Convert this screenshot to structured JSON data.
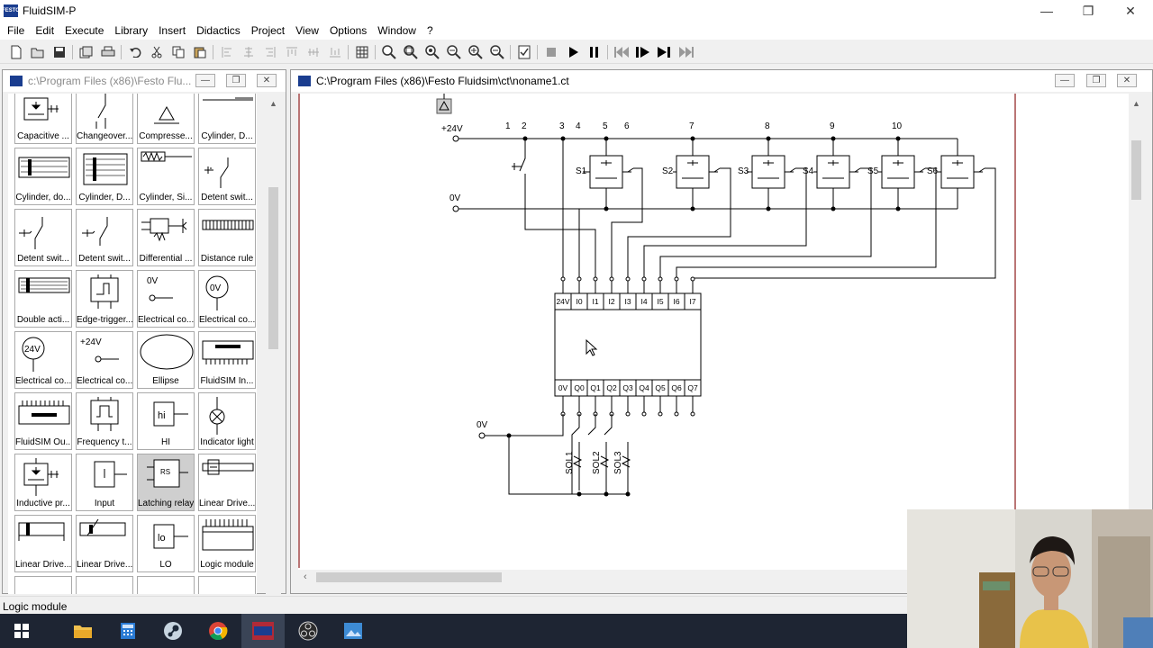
{
  "app": {
    "title": "FluidSIM-P",
    "icon_text": "FESTO"
  },
  "menu": [
    "File",
    "Edit",
    "Execute",
    "Library",
    "Insert",
    "Didactics",
    "Project",
    "View",
    "Options",
    "Window",
    "?"
  ],
  "library_window": {
    "title": "c:\\Program Files (x86)\\Festo Flu..."
  },
  "library_items": [
    "Capacitive ...",
    "Changeover...",
    "Compresse...",
    "Cylinder, D...",
    "Cylinder, do...",
    "Cylinder, D...",
    "Cylinder, Si...",
    "Detent swit...",
    "Detent swit...",
    "Detent swit...",
    "Differential ...",
    "Distance rule",
    "Double acti...",
    "Edge-trigger...",
    "Electrical co...",
    "Electrical co...",
    "Electrical co...",
    "Electrical co...",
    "Ellipse",
    "FluidSIM In...",
    "FluidSIM Ou...",
    "Frequency t...",
    "HI",
    "Indicator light",
    "Inductive pr...",
    "Input",
    "Latching relay",
    "Linear Drive...",
    "Linear Drive...",
    "Linear Drive...",
    "LO",
    "Logic module"
  ],
  "library_icon_text": {
    "ov": "0V",
    "ov_circle": "0V",
    "p24": "+24V",
    "p24_circle": "24V",
    "hi": "hi",
    "lo": "lo",
    "rs": "RS"
  },
  "diagram_window": {
    "title": "C:\\Program Files (x86)\\Festo Fluidsim\\ct\\noname1.ct"
  },
  "circuit": {
    "supply_pos": "+24V",
    "supply_neg": "0V",
    "supply_neg_out": "0V",
    "columns": [
      "1",
      "2",
      "3",
      "4",
      "5",
      "6",
      "7",
      "8",
      "9",
      "10"
    ],
    "sensors": [
      "S1",
      "S2",
      "S3",
      "S4",
      "S5",
      "S6"
    ],
    "logic_inputs": [
      "24V",
      "I0",
      "I1",
      "I2",
      "I3",
      "I4",
      "I5",
      "I6",
      "I7"
    ],
    "logic_outputs": [
      "0V",
      "Q0",
      "Q1",
      "Q2",
      "Q3",
      "Q4",
      "Q5",
      "Q6",
      "Q7"
    ],
    "solenoids": [
      "SOL1",
      "SOL2",
      "SOL3"
    ]
  },
  "status": {
    "text": "Logic module"
  }
}
